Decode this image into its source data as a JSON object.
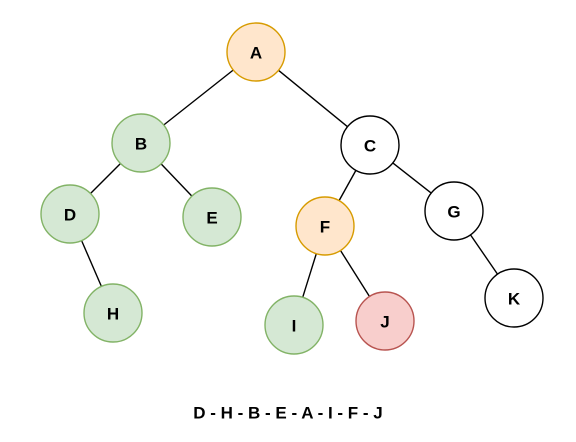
{
  "colors": {
    "green_fill": "#d5e8d4",
    "green_stroke": "#82b366",
    "orange_fill": "#ffe6cc",
    "orange_stroke": "#d79b00",
    "red_fill": "#f8cecc",
    "red_stroke": "#b85450",
    "white_fill": "#ffffff",
    "black_stroke": "#000000",
    "edge": "#000000"
  },
  "nodes": {
    "a": {
      "label": "A",
      "style": "orange"
    },
    "b": {
      "label": "B",
      "style": "green"
    },
    "c": {
      "label": "C",
      "style": "white"
    },
    "d": {
      "label": "D",
      "style": "green"
    },
    "e": {
      "label": "E",
      "style": "green"
    },
    "f": {
      "label": "F",
      "style": "orange"
    },
    "g": {
      "label": "G",
      "style": "white"
    },
    "h": {
      "label": "H",
      "style": "green"
    },
    "i": {
      "label": "I",
      "style": "green"
    },
    "j": {
      "label": "J",
      "style": "red"
    },
    "k": {
      "label": "K",
      "style": "white"
    }
  },
  "edges": [
    [
      "A",
      "B"
    ],
    [
      "A",
      "C"
    ],
    [
      "B",
      "D"
    ],
    [
      "B",
      "E"
    ],
    [
      "D",
      "H"
    ],
    [
      "C",
      "F"
    ],
    [
      "C",
      "G"
    ],
    [
      "F",
      "I"
    ],
    [
      "F",
      "J"
    ],
    [
      "G",
      "K"
    ]
  ],
  "traversal": {
    "text": "D - H - B - E - A - I - F - J"
  }
}
